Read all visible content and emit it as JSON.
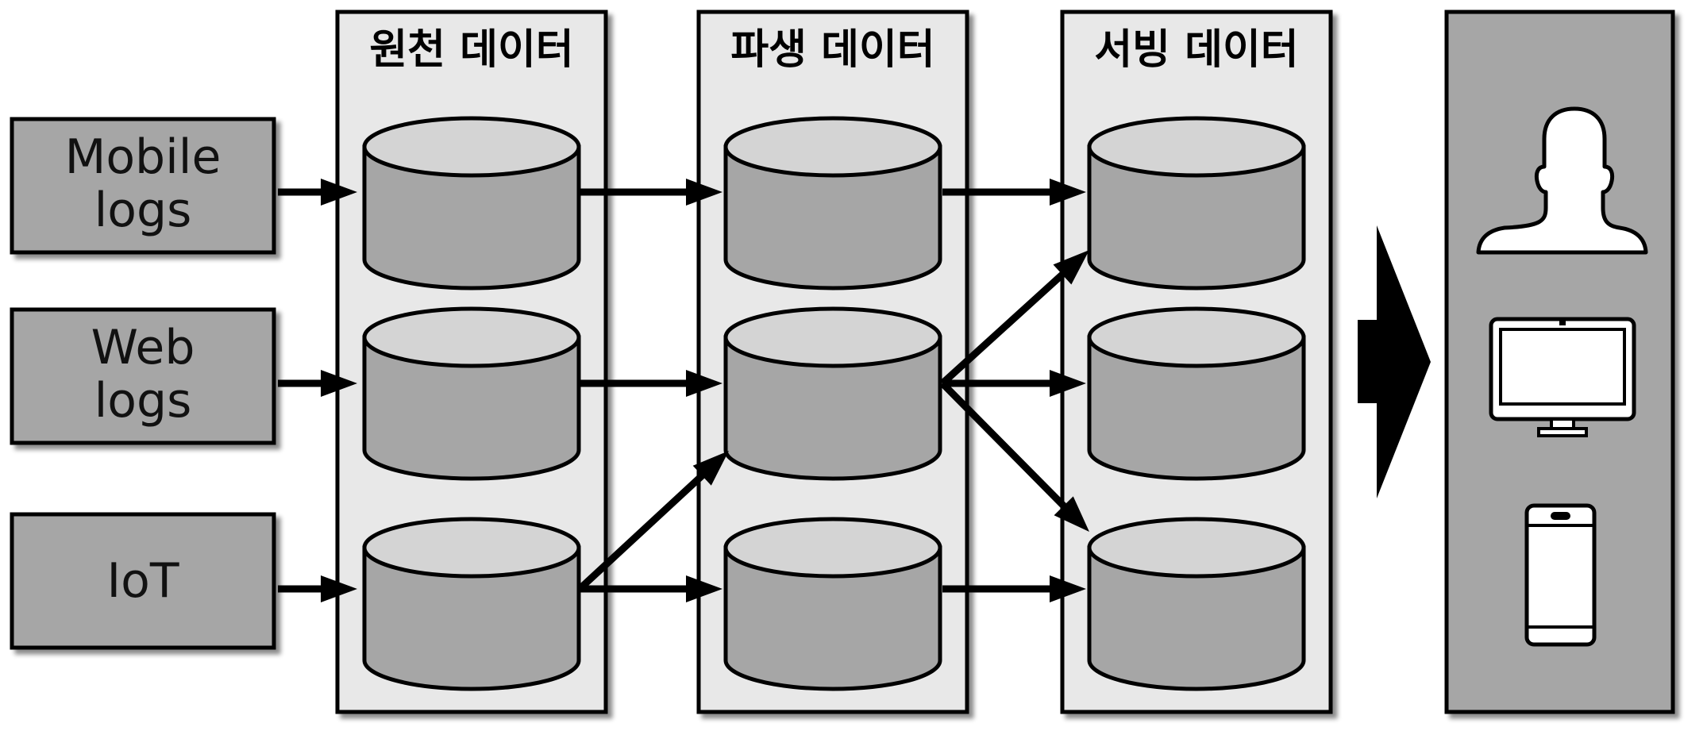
{
  "sources": [
    {
      "lines": [
        "Mobile",
        "logs"
      ]
    },
    {
      "lines": [
        "Web",
        "logs"
      ]
    },
    {
      "lines": [
        "IoT"
      ]
    }
  ],
  "columns": [
    {
      "title": "원천 데이터"
    },
    {
      "title": "파생 데이터"
    },
    {
      "title": "서빙 데이터"
    }
  ],
  "consumers": [
    {
      "icon": "person-icon"
    },
    {
      "icon": "monitor-icon"
    },
    {
      "icon": "smartphone-icon"
    }
  ],
  "colors": {
    "panel_fill": "#e8e8e8",
    "box_fill": "#a6a6a6",
    "cylinder_body": "#a6a6a6",
    "cylinder_top": "#d4d4d4",
    "stroke": "#000000"
  }
}
